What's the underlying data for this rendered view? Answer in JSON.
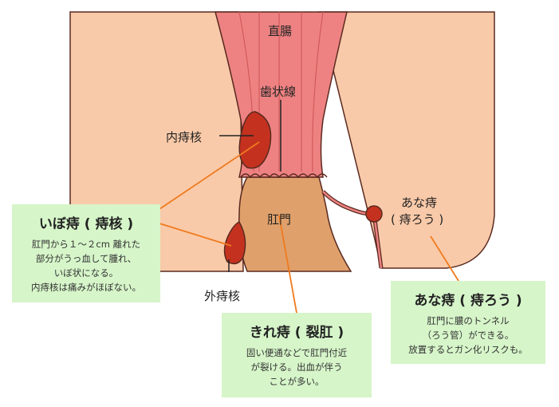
{
  "labels": {
    "rectum": "直腸",
    "dentate_line": "歯状線",
    "internal_hemorrhoid": "内痔核",
    "external_hemorrhoid": "外痔核",
    "anus": "肛門",
    "fistula_line1": "あな痔",
    "fistula_line2": "( 痔ろう )"
  },
  "boxes": {
    "ibo": {
      "title": "いぼ痔 ( 痔核 )",
      "lines": [
        "肛門から１～２cm 離れた",
        "部分がうっ血して腫れ、",
        "いぼ状になる。",
        "内痔核は痛みがほぼない。"
      ]
    },
    "kire": {
      "title": "きれ痔 ( 裂肛 )",
      "lines": [
        "固い便通などで肛門付近",
        "が裂ける。出血が伴う",
        "ことが多い。"
      ]
    },
    "ana": {
      "title": "あな痔 ( 痔ろう )",
      "lines": [
        "肛門に膿のトンネル",
        "（ろう管）ができる。",
        "放置するとガン化リスクも。"
      ]
    }
  },
  "colors": {
    "skin": "#f9caa9",
    "rectum": "#ee8282",
    "anus": "#dfa06b",
    "hemorrhoid": "#c4321f",
    "leader": "#f07a1e",
    "box": "#d6f5c9"
  }
}
